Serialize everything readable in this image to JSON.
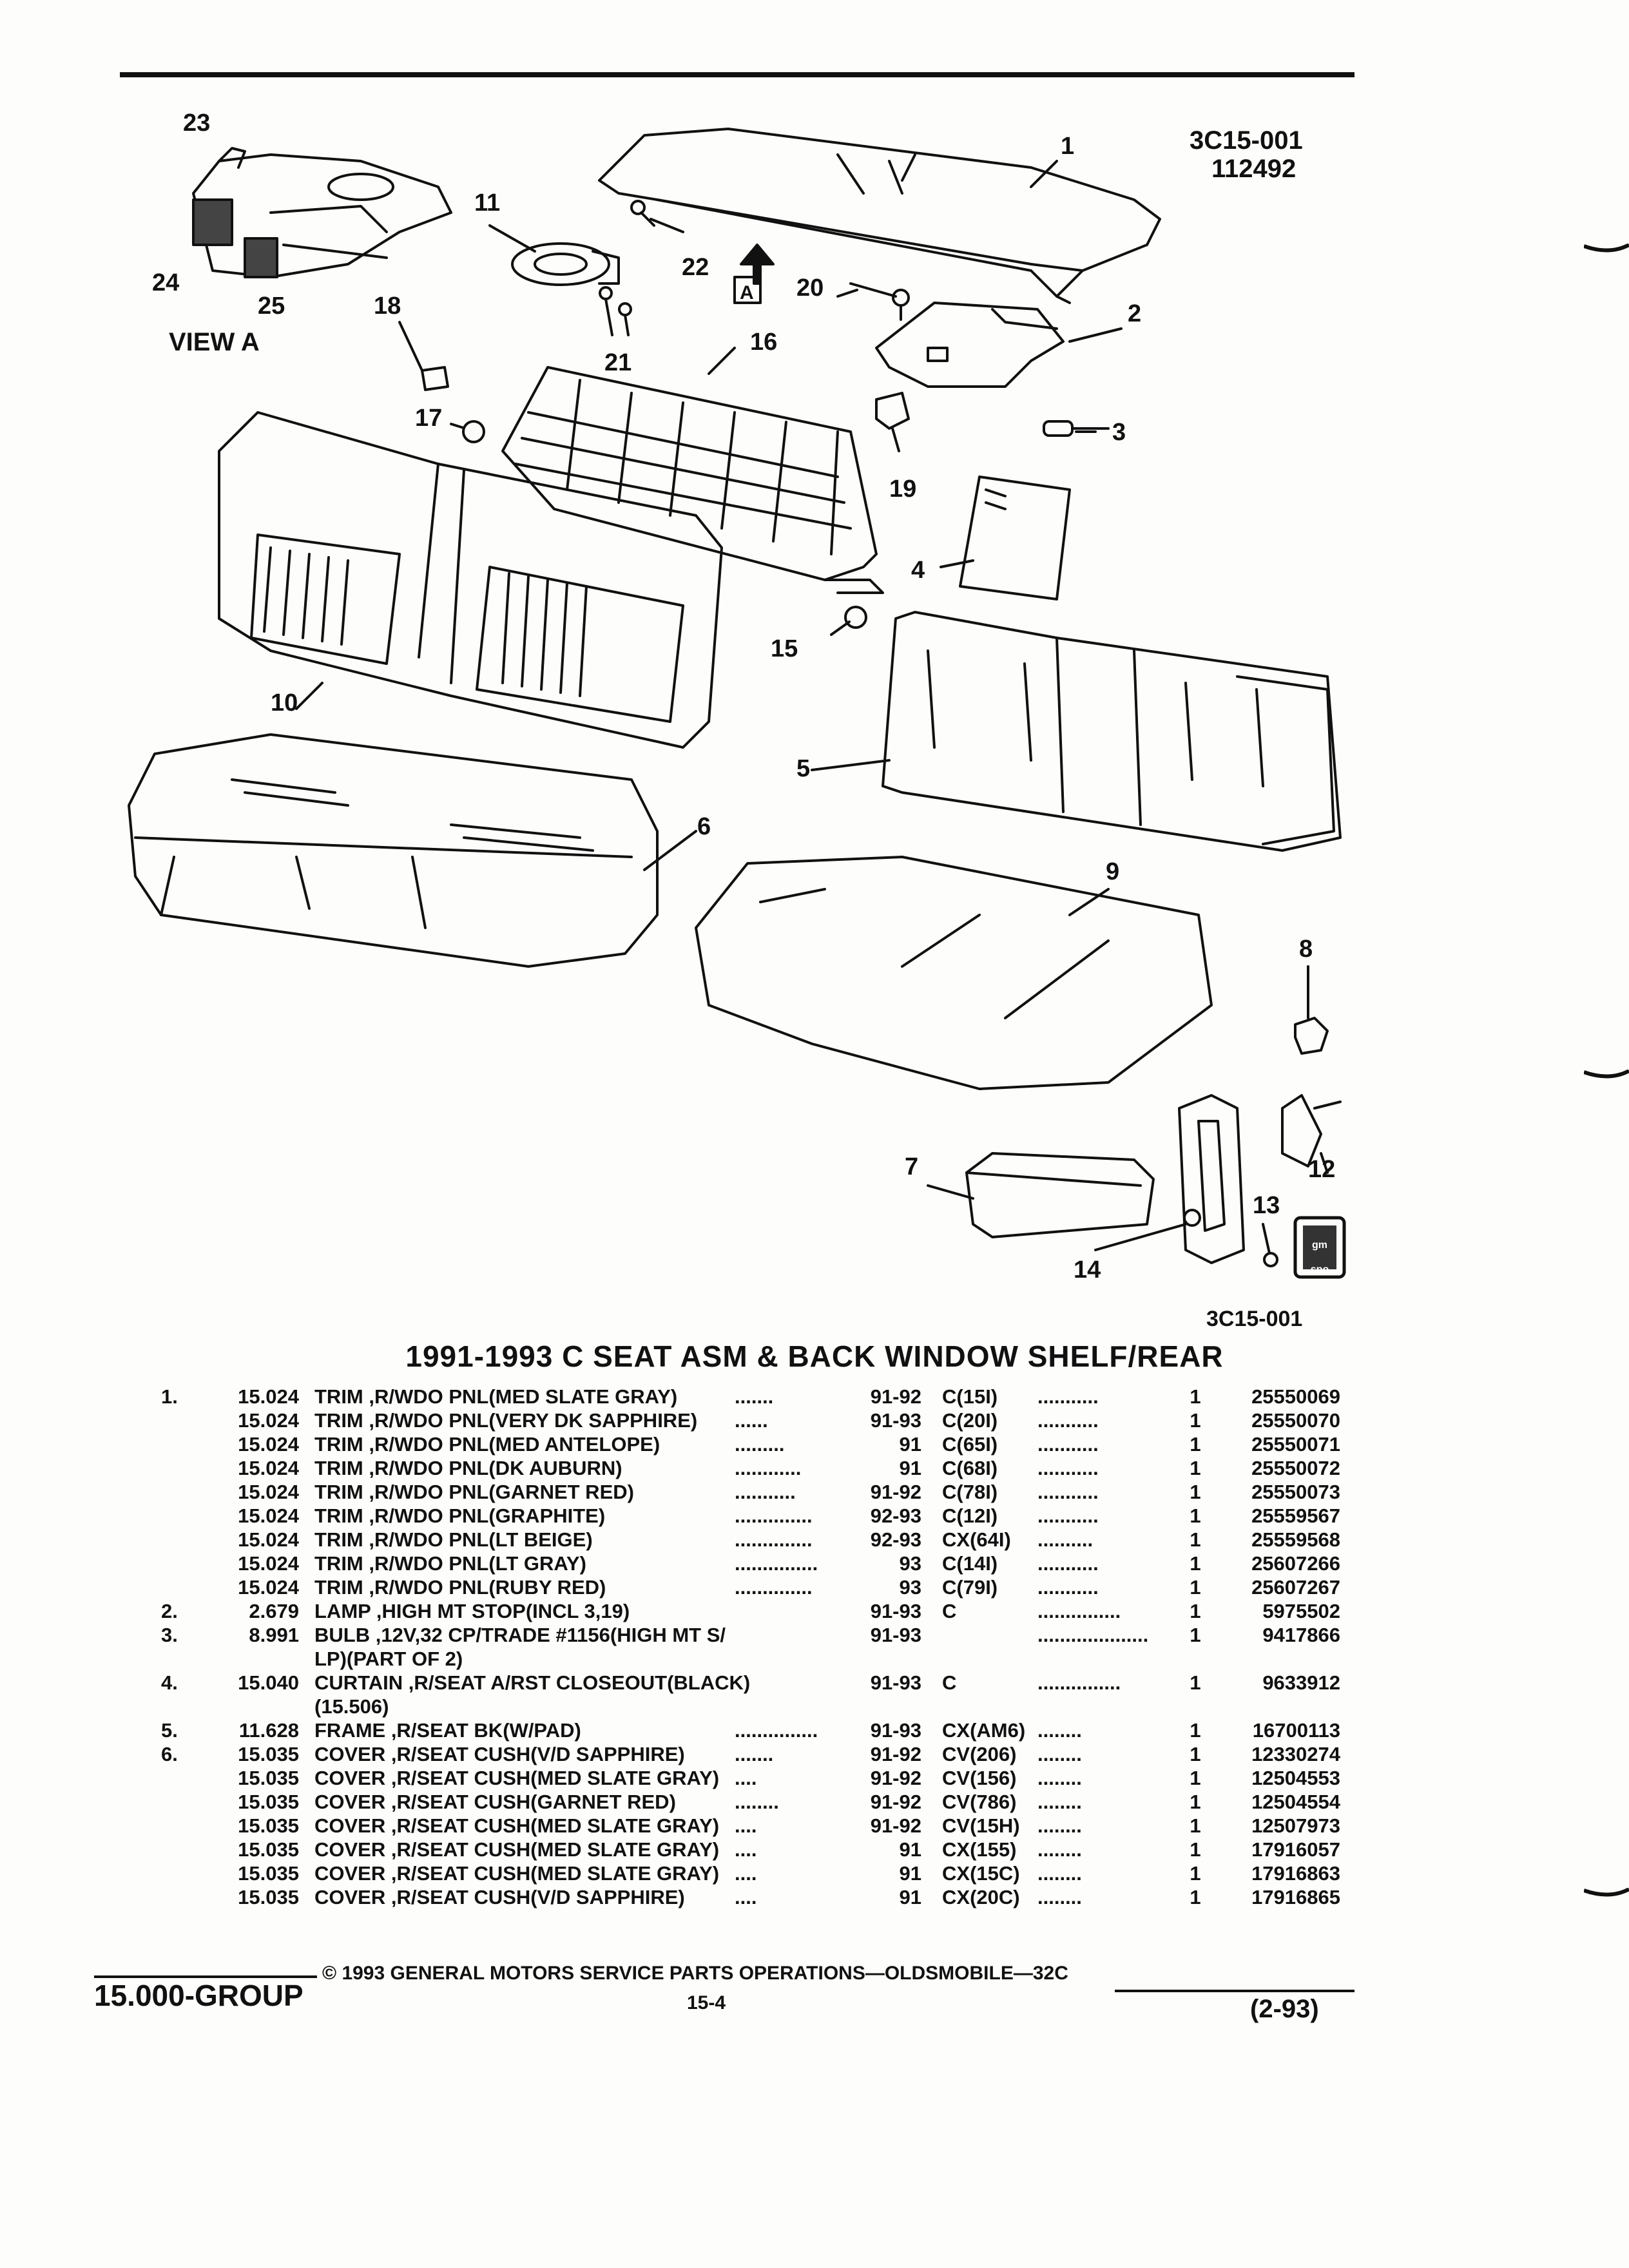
{
  "header": {
    "illustration_code": "3C15-001",
    "date_code": "112492",
    "bottom_code": "3C15-001"
  },
  "illustration": {
    "view_label": "VIEW A",
    "view_marker": "A",
    "callouts": [
      "1",
      "2",
      "3",
      "4",
      "5",
      "6",
      "7",
      "8",
      "9",
      "10",
      "11",
      "12",
      "13",
      "14",
      "15",
      "16",
      "17",
      "18",
      "19",
      "20",
      "21",
      "22",
      "23",
      "24",
      "25"
    ],
    "badge": "gm spo"
  },
  "title": "1991-1993 C SEAT ASM & BACK WINDOW SHELF/REAR",
  "parts": [
    {
      "idx": "1.",
      "grp": "15.024",
      "desc": "TRIM ,R/WDO PNL(MED SLATE GRAY)",
      "dots": ".......",
      "yr": "91-92",
      "model": "C(15I)",
      "mdots": "...........",
      "qty": "1",
      "part": "25550069"
    },
    {
      "idx": "",
      "grp": "15.024",
      "desc": "TRIM ,R/WDO PNL(VERY DK SAPPHIRE)",
      "dots": "......",
      "yr": "91-93",
      "model": "C(20I)",
      "mdots": "...........",
      "qty": "1",
      "part": "25550070"
    },
    {
      "idx": "",
      "grp": "15.024",
      "desc": "TRIM ,R/WDO PNL(MED ANTELOPE)",
      "dots": ".........",
      "yr": "91",
      "model": "C(65I)",
      "mdots": "...........",
      "qty": "1",
      "part": "25550071"
    },
    {
      "idx": "",
      "grp": "15.024",
      "desc": "TRIM ,R/WDO PNL(DK AUBURN)",
      "dots": "............",
      "yr": "91",
      "model": "C(68I)",
      "mdots": "...........",
      "qty": "1",
      "part": "25550072"
    },
    {
      "idx": "",
      "grp": "15.024",
      "desc": "TRIM ,R/WDO PNL(GARNET RED)",
      "dots": "...........",
      "yr": "91-92",
      "model": "C(78I)",
      "mdots": "...........",
      "qty": "1",
      "part": "25550073"
    },
    {
      "idx": "",
      "grp": "15.024",
      "desc": "TRIM ,R/WDO PNL(GRAPHITE)",
      "dots": "..............",
      "yr": "92-93",
      "model": "C(12I)",
      "mdots": "...........",
      "qty": "1",
      "part": "25559567"
    },
    {
      "idx": "",
      "grp": "15.024",
      "desc": "TRIM ,R/WDO PNL(LT BEIGE)",
      "dots": "..............",
      "yr": "92-93",
      "model": "CX(64I)",
      "mdots": "..........",
      "qty": "1",
      "part": "25559568"
    },
    {
      "idx": "",
      "grp": "15.024",
      "desc": "TRIM ,R/WDO PNL(LT GRAY)",
      "dots": "...............",
      "yr": "93",
      "model": "C(14I)",
      "mdots": "...........",
      "qty": "1",
      "part": "25607266"
    },
    {
      "idx": "",
      "grp": "15.024",
      "desc": "TRIM ,R/WDO PNL(RUBY RED)",
      "dots": "..............",
      "yr": "93",
      "model": "C(79I)",
      "mdots": "...........",
      "qty": "1",
      "part": "25607267"
    },
    {
      "idx": "2.",
      "grp": "2.679",
      "desc": "LAMP ,HIGH MT STOP(INCL 3,19)",
      "dots": "",
      "yr": "91-93",
      "model": "C",
      "mdots": "...............",
      "qty": "1",
      "part": "5975502"
    },
    {
      "idx": "3.",
      "grp": "8.991",
      "desc": "BULB ,12V,32 CP/TRADE #1156(HIGH MT S/",
      "dots": "",
      "yr": "91-93",
      "model": "",
      "mdots": "....................",
      "qty": "1",
      "part": "9417866"
    },
    {
      "idx": "",
      "grp": "",
      "desc": "LP)(PART OF 2)",
      "dots": "",
      "yr": "",
      "model": "",
      "mdots": "",
      "qty": "",
      "part": ""
    },
    {
      "idx": "4.",
      "grp": "15.040",
      "desc": "CURTAIN ,R/SEAT A/RST CLOSEOUT(BLACK)",
      "dots": "",
      "yr": "91-93",
      "model": "C",
      "mdots": "...............",
      "qty": "1",
      "part": "9633912"
    },
    {
      "idx": "",
      "grp": "",
      "desc": "(15.506)",
      "dots": "",
      "yr": "",
      "model": "",
      "mdots": "",
      "qty": "",
      "part": ""
    },
    {
      "idx": "5.",
      "grp": "11.628",
      "desc": "FRAME ,R/SEAT BK(W/PAD)",
      "dots": "...............",
      "yr": "91-93",
      "model": "CX(AM6)",
      "mdots": "........",
      "qty": "1",
      "part": "16700113"
    },
    {
      "idx": "6.",
      "grp": "15.035",
      "desc": "COVER ,R/SEAT CUSH(V/D SAPPHIRE)",
      "dots": ".......",
      "yr": "91-92",
      "model": "CV(206)",
      "mdots": "........",
      "qty": "1",
      "part": "12330274"
    },
    {
      "idx": "",
      "grp": "15.035",
      "desc": "COVER ,R/SEAT CUSH(MED SLATE GRAY)",
      "dots": "....",
      "yr": "91-92",
      "model": "CV(156)",
      "mdots": "........",
      "qty": "1",
      "part": "12504553"
    },
    {
      "idx": "",
      "grp": "15.035",
      "desc": "COVER ,R/SEAT CUSH(GARNET RED)",
      "dots": "........",
      "yr": "91-92",
      "model": "CV(786)",
      "mdots": "........",
      "qty": "1",
      "part": "12504554"
    },
    {
      "idx": "",
      "grp": "15.035",
      "desc": "COVER ,R/SEAT CUSH(MED SLATE GRAY)",
      "dots": "....",
      "yr": "91-92",
      "model": "CV(15H)",
      "mdots": "........",
      "qty": "1",
      "part": "12507973"
    },
    {
      "idx": "",
      "grp": "15.035",
      "desc": "COVER ,R/SEAT CUSH(MED SLATE GRAY)",
      "dots": "....",
      "yr": "91",
      "model": "CX(155)",
      "mdots": "........",
      "qty": "1",
      "part": "17916057"
    },
    {
      "idx": "",
      "grp": "15.035",
      "desc": "COVER ,R/SEAT CUSH(MED SLATE GRAY)",
      "dots": "....",
      "yr": "91",
      "model": "CX(15C)",
      "mdots": "........",
      "qty": "1",
      "part": "17916863"
    },
    {
      "idx": "",
      "grp": "15.035",
      "desc": "COVER ,R/SEAT CUSH(V/D SAPPHIRE)",
      "dots": "....",
      "yr": "91",
      "model": "CX(20C)",
      "mdots": "........",
      "qty": "1",
      "part": "17916865"
    }
  ],
  "footer": {
    "group": "15.000-GROUP",
    "copyright": "© 1993 GENERAL MOTORS SERVICE PARTS OPERATIONS—OLDSMOBILE—32C",
    "page": "15-4",
    "revision": "(2-93)"
  }
}
